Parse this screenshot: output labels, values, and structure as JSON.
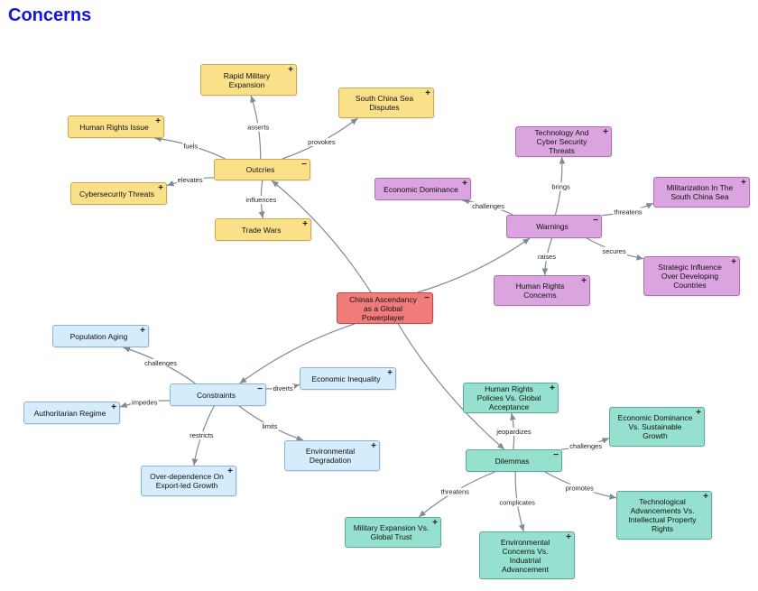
{
  "title": "Concerns",
  "colors": {
    "yellow": "#fbe08a",
    "purple": "#dba3df",
    "red": "#f07b7b",
    "blue": "#d4ecfb",
    "teal": "#95e0cf",
    "edge": "#7d8c99",
    "title": "#1515e0"
  },
  "nodes": {
    "center": {
      "label": "Chinas Ascendancy as a Global Powerplayer",
      "toggle": "−"
    },
    "outcries": {
      "label": "Outcries",
      "toggle": "−"
    },
    "rapid_military": {
      "label": "Rapid Military Expansion",
      "toggle": "+"
    },
    "south_china_sea": {
      "label": "South China Sea Disputes",
      "toggle": "+"
    },
    "human_rights_issue": {
      "label": "Human Rights Issue",
      "toggle": "+"
    },
    "cybersecurity": {
      "label": "Cybersecurity Threats",
      "toggle": "+"
    },
    "trade_wars": {
      "label": "Trade Wars",
      "toggle": "+"
    },
    "warnings": {
      "label": "Warnings",
      "toggle": "−"
    },
    "tech_cyber": {
      "label": "Technology And Cyber Security Threats",
      "toggle": "+"
    },
    "economic_dominance": {
      "label": "Economic Dominance",
      "toggle": "+"
    },
    "militarization": {
      "label": "Militarization In The South China Sea",
      "toggle": "+"
    },
    "strategic_influence": {
      "label": "Strategic Influence Over Developing Countries",
      "toggle": "+"
    },
    "hr_concerns": {
      "label": "Human Rights Concerns",
      "toggle": "+"
    },
    "constraints": {
      "label": "Constraints",
      "toggle": "−"
    },
    "population_aging": {
      "label": "Population Aging",
      "toggle": "+"
    },
    "economic_inequality": {
      "label": "Economic Inequality",
      "toggle": "+"
    },
    "authoritarian": {
      "label": "Authoritarian Regime",
      "toggle": "+"
    },
    "env_degradation": {
      "label": "Environmental Degradation",
      "toggle": "+"
    },
    "export_growth": {
      "label": "Over-dependence On Export-led Growth",
      "toggle": "+"
    },
    "dilemmas": {
      "label": "Dilemmas",
      "toggle": "−"
    },
    "hr_policies": {
      "label": "Human Rights Policies Vs. Global Acceptance",
      "toggle": "+"
    },
    "econ_sustainable": {
      "label": "Economic Dominance Vs. Sustainable Growth",
      "toggle": "+"
    },
    "tech_ip": {
      "label": "Technological Advancements Vs. Intellectual Property Rights",
      "toggle": "+"
    },
    "military_trust": {
      "label": "Military Expansion Vs. Global Trust",
      "toggle": "+"
    },
    "env_industrial": {
      "label": "Environmental Concerns Vs. Industrial Advancement",
      "toggle": "+"
    }
  },
  "edges": [
    {
      "from": "center",
      "to": "outcries",
      "label": ""
    },
    {
      "from": "center",
      "to": "warnings",
      "label": ""
    },
    {
      "from": "center",
      "to": "constraints",
      "label": ""
    },
    {
      "from": "center",
      "to": "dilemmas",
      "label": ""
    },
    {
      "from": "outcries",
      "to": "rapid_military",
      "label": "asserts"
    },
    {
      "from": "outcries",
      "to": "south_china_sea",
      "label": "provokes"
    },
    {
      "from": "outcries",
      "to": "human_rights_issue",
      "label": "fuels"
    },
    {
      "from": "outcries",
      "to": "cybersecurity",
      "label": "elevates"
    },
    {
      "from": "outcries",
      "to": "trade_wars",
      "label": "influences"
    },
    {
      "from": "warnings",
      "to": "tech_cyber",
      "label": "brings"
    },
    {
      "from": "warnings",
      "to": "economic_dominance",
      "label": "challenges"
    },
    {
      "from": "warnings",
      "to": "militarization",
      "label": "threatens"
    },
    {
      "from": "warnings",
      "to": "strategic_influence",
      "label": "secures"
    },
    {
      "from": "warnings",
      "to": "hr_concerns",
      "label": "raises"
    },
    {
      "from": "constraints",
      "to": "population_aging",
      "label": "challenges"
    },
    {
      "from": "constraints",
      "to": "economic_inequality",
      "label": "diverts"
    },
    {
      "from": "constraints",
      "to": "authoritarian",
      "label": "impedes"
    },
    {
      "from": "constraints",
      "to": "env_degradation",
      "label": "limits"
    },
    {
      "from": "constraints",
      "to": "export_growth",
      "label": "restricts"
    },
    {
      "from": "dilemmas",
      "to": "hr_policies",
      "label": "jeopardizes"
    },
    {
      "from": "dilemmas",
      "to": "econ_sustainable",
      "label": "challenges"
    },
    {
      "from": "dilemmas",
      "to": "tech_ip",
      "label": "promotes"
    },
    {
      "from": "dilemmas",
      "to": "military_trust",
      "label": "threatens"
    },
    {
      "from": "dilemmas",
      "to": "env_industrial",
      "label": "complicates"
    }
  ]
}
